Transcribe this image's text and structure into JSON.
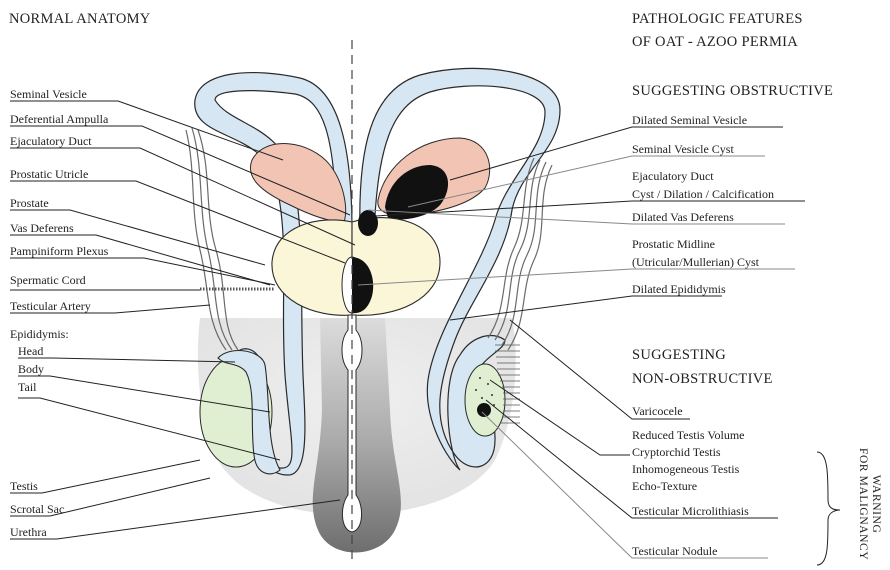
{
  "headings": {
    "normal": "NORMAL ANATOMY",
    "pathologic_line1": "PATHOLOGIC FEATURES",
    "pathologic_line2": "OF OAT - AZOO PERMIA",
    "obstructive": "SUGGESTING OBSTRUCTIVE",
    "non_obstructive_line1": "SUGGESTING",
    "non_obstructive_line2": "NON-OBSTRUCTIVE"
  },
  "left_labels": {
    "seminal_vesicle": "Seminal Vesicle",
    "deferential_ampulla": "Deferential Ampulla",
    "ejaculatory_duct": "Ejaculatory Duct",
    "prostatic_utricle": "Prostatic Utricle",
    "prostate": "Prostate",
    "vas_deferens": "Vas Deferens",
    "pampiniform_plexus": "Pampiniform Plexus",
    "spermatic_cord": "Spermatic Cord",
    "testicular_artery": "Testicular Artery",
    "epididymis": "Epididymis:",
    "head": "Head",
    "body": "Body",
    "tail": "Tail",
    "testis": "Testis",
    "scrotal_sac": "Scrotal Sac",
    "urethra": "Urethra"
  },
  "right_labels": {
    "dilated_seminal_vesicle": "Dilated Seminal Vesicle",
    "seminal_vesicle_cyst": "Seminal Vesicle Cyst",
    "ejaculatory_duct_line1": "Ejaculatory Duct",
    "ejaculatory_duct_line2": "Cyst / Dilation / Calcification",
    "dilated_vas_deferens": "Dilated Vas Deferens",
    "prostatic_midline_line1": "Prostatic Midline",
    "prostatic_midline_line2": "(Utricular/Mullerian) Cyst",
    "dilated_epididymis": "Dilated Epididymis",
    "varicocele": "Varicocele",
    "reduced_testis_volume": "Reduced Testis Volume",
    "cryptorchid_testis": "Cryptorchid Testis",
    "inhomogeneous_testis": "Inhomogeneous Testis",
    "echo_texture": "Echo-Texture",
    "testicular_microlithiasis": "Testicular Microlithiasis",
    "testicular_nodule": "Testicular Nodule",
    "warning_line1": "WARNING",
    "warning_line2": "FOR MALIGNANCY"
  },
  "colors": {
    "vas_blue": "#d6e6f2",
    "seminal_pink": "#f2c4b4",
    "prostate_cream": "#fbf6d8",
    "testis_green": "#e0efd2",
    "scrotum_gray": "#e8e8e8",
    "penis_dark": "#7a7a7a",
    "outline": "#2a2a2a",
    "black_cyst": "#111111"
  }
}
